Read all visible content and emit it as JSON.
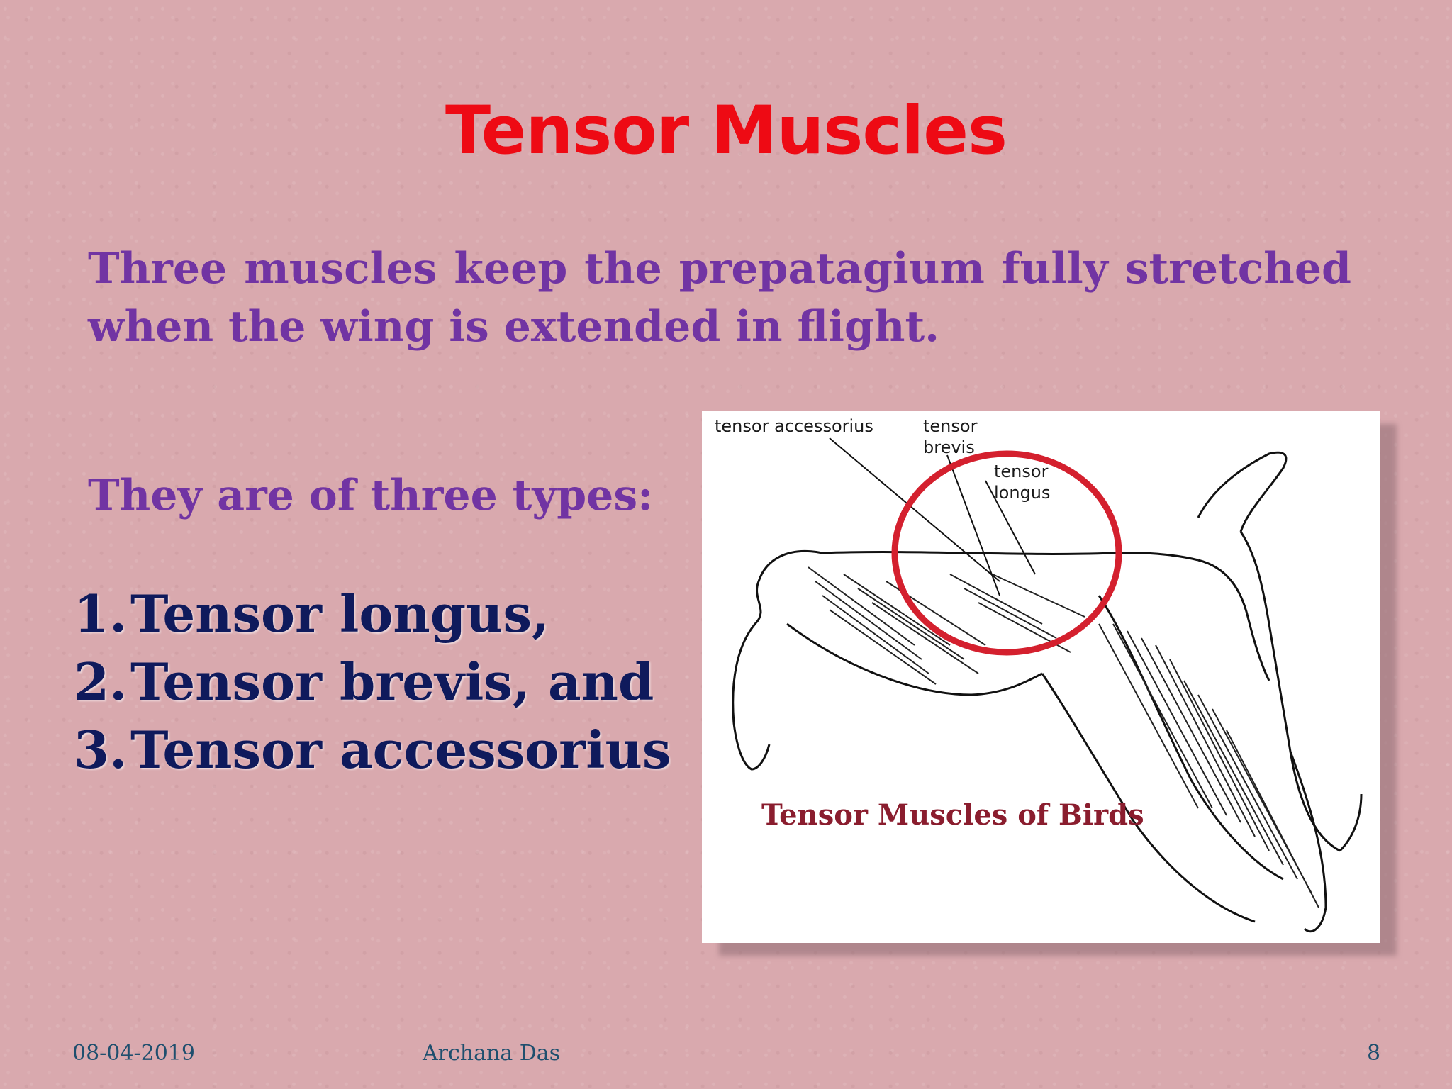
{
  "slide": {
    "title": "Tensor Muscles",
    "intro": "Three muscles keep the prepatagium fully stretched when the wing is extended in flight.",
    "types_lead": "They are of three types:",
    "list": [
      {
        "num": "1.",
        "text": "Tensor longus,"
      },
      {
        "num": "2.",
        "text": "Tensor brevis, and"
      },
      {
        "num": "3.",
        "text": "Tensor accessorius"
      }
    ]
  },
  "figure": {
    "label_accessorius": "tensor accessorius",
    "label_brevis_1": "tensor",
    "label_brevis_2": "brevis",
    "label_longus_1": "tensor",
    "label_longus_2": "longus",
    "caption": "Tensor Muscles of Birds",
    "highlight_color": "#d4202e"
  },
  "footer": {
    "date": "08-04-2019",
    "author": "Archana Das",
    "page": "8"
  }
}
